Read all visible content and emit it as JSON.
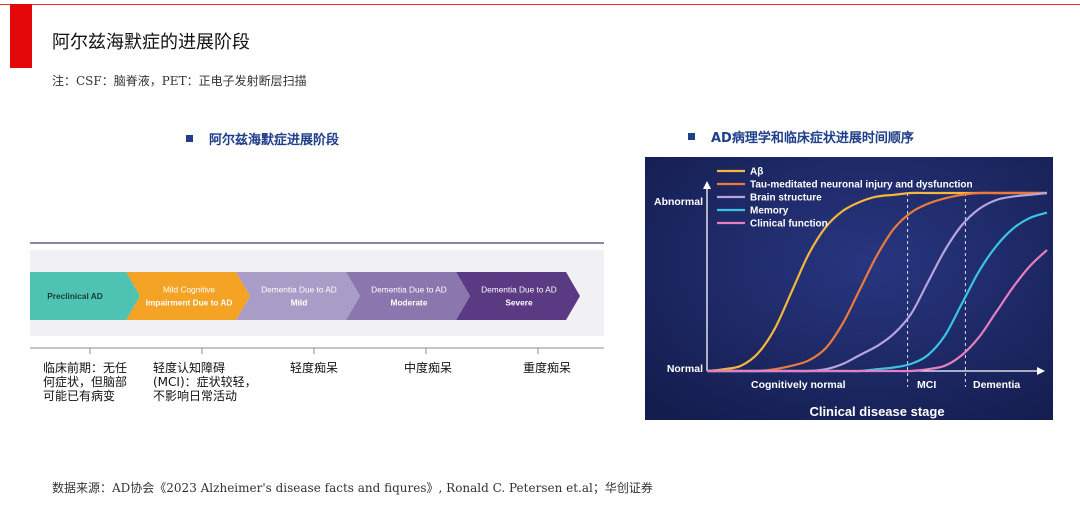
{
  "header": {
    "title": "阿尔兹海默症的进展阶段",
    "note": "注：CSF：脑脊液，PET：正电子发射断层扫描"
  },
  "left_panel": {
    "title": "阿尔兹海默症进展阶段",
    "stages": [
      {
        "lines": [
          "Preclinical AD"
        ],
        "desc": [
          "临床前期：无任",
          "何症状，但脑部",
          "可能已有病变"
        ]
      },
      {
        "lines": [
          "Mild Cognitive",
          "Impairment Due to AD"
        ],
        "desc": [
          "轻度认知障碍",
          "(MCI)：症状较轻，",
          "不影响日常活动"
        ]
      },
      {
        "lines": [
          "Dementia Due to AD",
          "Mild"
        ],
        "desc": [
          "轻度痴呆"
        ]
      },
      {
        "lines": [
          "Dementia Due to AD",
          "Moderate"
        ],
        "desc": [
          "中度痴呆"
        ]
      },
      {
        "lines": [
          "Dementia Due to AD",
          "Severe"
        ],
        "desc": [
          "重度痴呆"
        ]
      }
    ],
    "colors": [
      "#4ec3b1",
      "#f4a325",
      "#a99cc6",
      "#8b76ad",
      "#5a3a83"
    ]
  },
  "right_panel": {
    "title": "AD病理学和临床症状进展时间顺序"
  },
  "chart_data": {
    "type": "line",
    "xlabel": "Clinical disease stage",
    "x_stage_labels": [
      "Cognitively normal",
      "MCI",
      "Dementia"
    ],
    "y_low_label": "Normal",
    "y_high_label": "Abnormal",
    "x": [
      0,
      0.05,
      0.1,
      0.15,
      0.2,
      0.25,
      0.3,
      0.35,
      0.4,
      0.45,
      0.5,
      0.55,
      0.6,
      0.65,
      0.7,
      0.75,
      0.8,
      0.85,
      0.9,
      0.95,
      1
    ],
    "mci_onset_x": 0.59,
    "dementia_onset_x": 0.76,
    "ylim": [
      0,
      1
    ],
    "legend_placement": "top-left",
    "background": "#141d4e",
    "series": [
      {
        "name": "Aβ",
        "color": "#f4b73a",
        "values": [
          0.0,
          0.01,
          0.03,
          0.1,
          0.24,
          0.45,
          0.66,
          0.81,
          0.9,
          0.95,
          0.98,
          0.99,
          1.0,
          1.0,
          1.0,
          1.0,
          1.0,
          1.0,
          1.0,
          1.0,
          1.0
        ]
      },
      {
        "name": "Tau-meditated neuronal injury and dysfunction",
        "color": "#ec7a3c",
        "values": [
          0.0,
          0.0,
          0.0,
          0.0,
          0.01,
          0.03,
          0.06,
          0.13,
          0.27,
          0.46,
          0.65,
          0.8,
          0.89,
          0.94,
          0.97,
          0.99,
          1.0,
          1.0,
          1.0,
          1.0,
          1.0
        ]
      },
      {
        "name": "Brain structure",
        "color": "#b6a4df",
        "values": [
          0.0,
          0.0,
          0.0,
          0.0,
          0.0,
          0.0,
          0.0,
          0.01,
          0.04,
          0.09,
          0.14,
          0.21,
          0.32,
          0.5,
          0.68,
          0.82,
          0.91,
          0.96,
          0.98,
          0.99,
          1.0
        ]
      },
      {
        "name": "Memory",
        "color": "#39c3e6",
        "values": [
          0.0,
          0.0,
          0.0,
          0.0,
          0.0,
          0.0,
          0.0,
          0.0,
          0.0,
          0.0,
          0.01,
          0.02,
          0.04,
          0.09,
          0.2,
          0.38,
          0.56,
          0.7,
          0.8,
          0.86,
          0.89
        ]
      },
      {
        "name": "Clinical function",
        "color": "#e67fbf",
        "values": [
          0.0,
          0.0,
          0.0,
          0.0,
          0.0,
          0.0,
          0.0,
          0.0,
          0.0,
          0.0,
          0.0,
          0.0,
          0.0,
          0.01,
          0.03,
          0.09,
          0.19,
          0.33,
          0.47,
          0.59,
          0.68
        ]
      }
    ]
  },
  "source": "数据来源：AD协会《2023 Alzheimer's disease facts and fiqures》, Ronald C. Petersen et.al；华创证券"
}
